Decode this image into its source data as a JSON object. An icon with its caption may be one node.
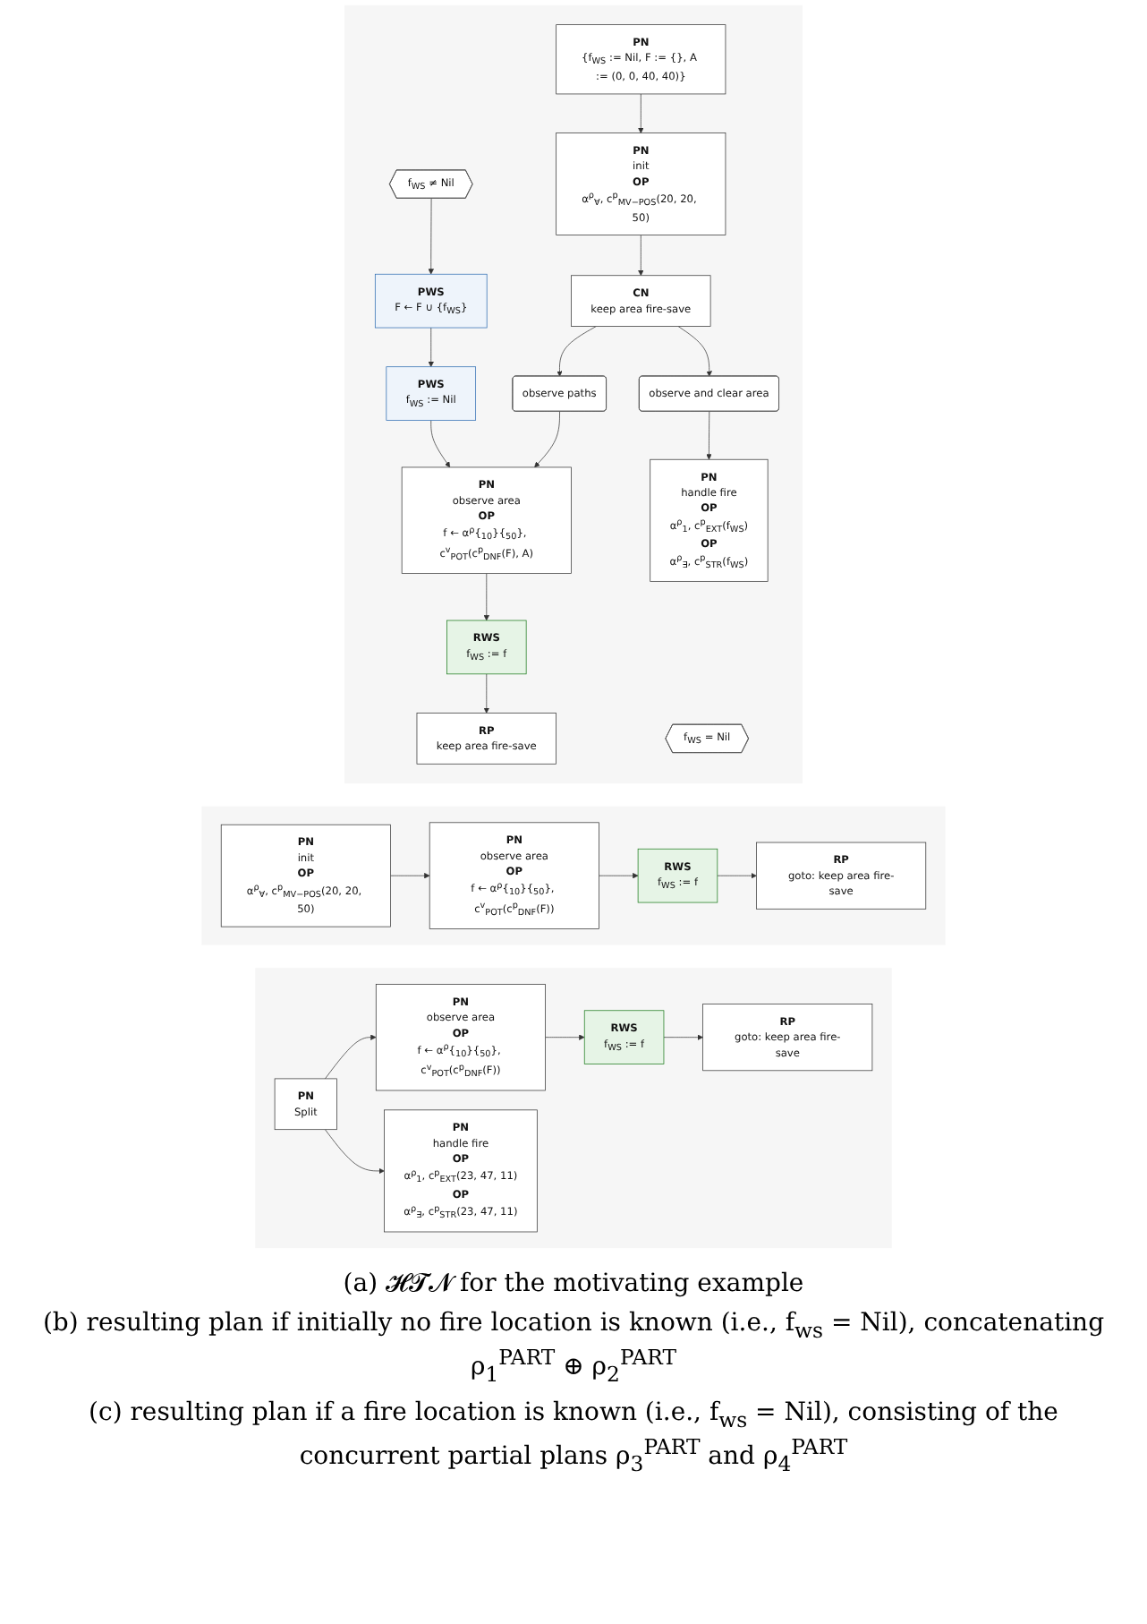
{
  "diagram": {
    "nodes": [
      {
        "text": [
          "PN",
          "{f$_{WS}$ := Nil, F := {}, A := (0, 0, 40, 40)}"
        ]
      },
      {
        "text": [
          "PN",
          "init",
          "OP",
          "α$^{ρ}$$_{∀}$, c$^{p}$$_{MV−POS}$(20, 20, 50)"
        ]
      },
      {
        "text": [
          "CN",
          "keep area fire-save"
        ]
      },
      {
        "text": [
          "f$_{WS}$ = Nil"
        ]
      },
      {
        "text": [
          "observe paths"
        ]
      },
      {
        "text": [
          "PN",
          "observe area",
          "OP",
          "f ← α$^{ρ}${$_{10}$}{$_{50}$}, c$^{v}$$_{POT}$(c$^{p}$$_{DNF}$(F), A)"
        ]
      },
      {
        "text": [
          "RWS",
          "f$_{WS}$ := f"
        ]
      },
      {
        "text": [
          "RP",
          "keep area fire-save"
        ]
      },
      {
        "text": [
          "f$_{WS}$ ≠ Nil"
        ]
      },
      {
        "text": [
          "observe and clear area"
        ]
      },
      {
        "text": [
          "PWS",
          "F ← F ∪ {f$_{WS}$}"
        ]
      },
      {
        "text": [
          "PWS",
          "f$_{WS}$ := Nil"
        ]
      },
      {
        "text": [
          "PN",
          "handle fire",
          "OP",
          "α$^{ρ}$$_{1}$, c$^{p}$$_{EXT}$(f$_{WS}$)",
          "OP",
          "α$^{ρ}$$_{∃}$, c$^{p}$$_{STR}$(f$_{WS}$)"
        ]
      },
      {
        "text": [
          "PN",
          "init",
          "OP",
          "α$^{ρ}$$_{∀}$, c$^{p}$$_{MV−POS}$(20, 20, 50)"
        ]
      },
      {
        "text": [
          "PN",
          "observe area",
          "OP",
          "f ← α$^{ρ}${$_{10}$}{$_{50}$}, c$^{v}$$_{POT}$(c$^{p}$$_{DNF}$(F))"
        ]
      },
      {
        "text": [
          "RWS",
          "f$_{WS}$ := f"
        ]
      },
      {
        "text": [
          "RP",
          "goto: keep area fire-save"
        ]
      },
      {
        "text": [
          "PN",
          "Split"
        ]
      },
      {
        "text": [
          "PN",
          "observe area",
          "OP",
          "f ← α$^{ρ}${$_{10}$}{$_{50}$}, c$^{v}$$_{POT}$(c$^{p}$$_{DNF}$(F))"
        ]
      },
      {
        "text": [
          "PN",
          "handle fire",
          "OP",
          "α$^{ρ}$$_{1}$, c$^{p}$$_{EXT}$(23, 47, 11)",
          "OP",
          "α$^{ρ}$$_{∃}$, c$^{p}$$_{STR}$(23, 47, 11)"
        ]
      },
      {
        "text": [
          "RWS",
          "f$_{WS}$ := f"
        ]
      },
      {
        "text": [
          "RP",
          "goto: keep area fire-save"
        ]
      }
    ],
    "edges": [
      {
        "from": 0,
        "to": 1,
        "arrow": "to"
      },
      {
        "from": 1,
        "to": 2,
        "arrow": "to"
      },
      {
        "from": 2,
        "to": 4,
        "arrow": "to"
      },
      {
        "from": 2,
        "to": 9,
        "arrow": "to"
      },
      {
        "from": 4,
        "to": 5,
        "arrow": "to"
      },
      {
        "from": 8,
        "to": 10,
        "arrow": "to"
      },
      {
        "from": 9,
        "to": 12,
        "arrow": "to"
      },
      {
        "from": 10,
        "to": 11,
        "arrow": "to"
      },
      {
        "from": 11,
        "to": 5,
        "arrow": "to"
      },
      {
        "from": 5,
        "to": 6,
        "arrow": "to"
      },
      {
        "from": 6,
        "to": 7,
        "arrow": "to"
      },
      {
        "from": 13,
        "to": 14,
        "arrow": "to"
      },
      {
        "from": 14,
        "to": 15,
        "arrow": "to"
      },
      {
        "from": 15,
        "to": 16,
        "arrow": "to"
      },
      {
        "from": 17,
        "to": 18,
        "arrow": "to"
      },
      {
        "from": 17,
        "to": 19,
        "arrow": "to"
      },
      {
        "from": 18,
        "to": 20,
        "arrow": "to"
      },
      {
        "from": 20,
        "to": 21,
        "arrow": "to"
      }
    ],
    "labels": [
      "(a) 𝓗𝓣𝓝 for the motivating example",
      "(b) resulting plan if initially no fire location is known (i.e., f$_{ws}$ = Nil), concatenating ρ$_{1}$$^{PART}$ ⊕ ρ$_{2}$$^{PART}$",
      "(c) resulting plan if a fire location is known (i.e., f$_{ws}$ = Nil), consisting of the concurrent partial plans ρ$_{3}$$^{PART}$ and ρ$_{4}$$^{PART}$"
    ]
  }
}
